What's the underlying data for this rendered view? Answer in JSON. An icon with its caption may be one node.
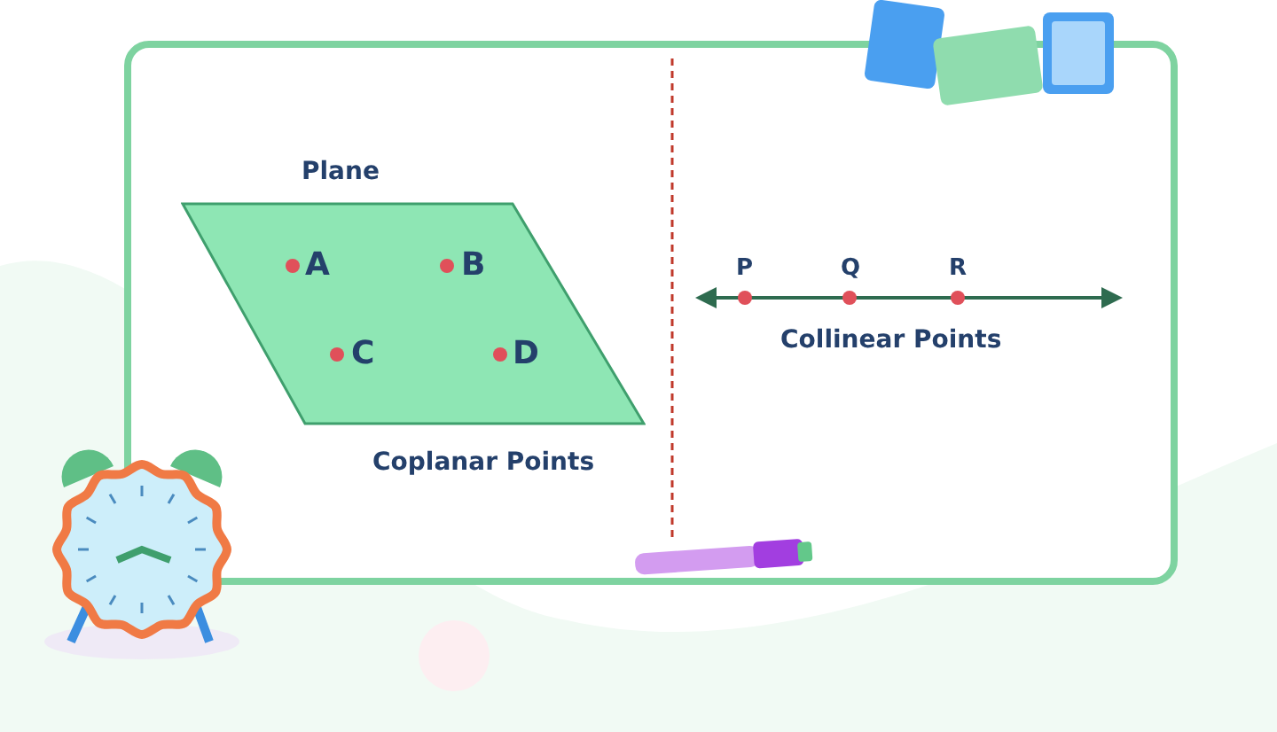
{
  "diagram": {
    "nodes": [
      {
        "text": [
          "Plane"
        ],
        "beside": [
          "Coplanar Points"
        ]
      }
    ],
    "labels": [
      "A",
      "B",
      "C",
      "D",
      "P",
      "Q",
      "R",
      "Collinear Points"
    ]
  }
}
